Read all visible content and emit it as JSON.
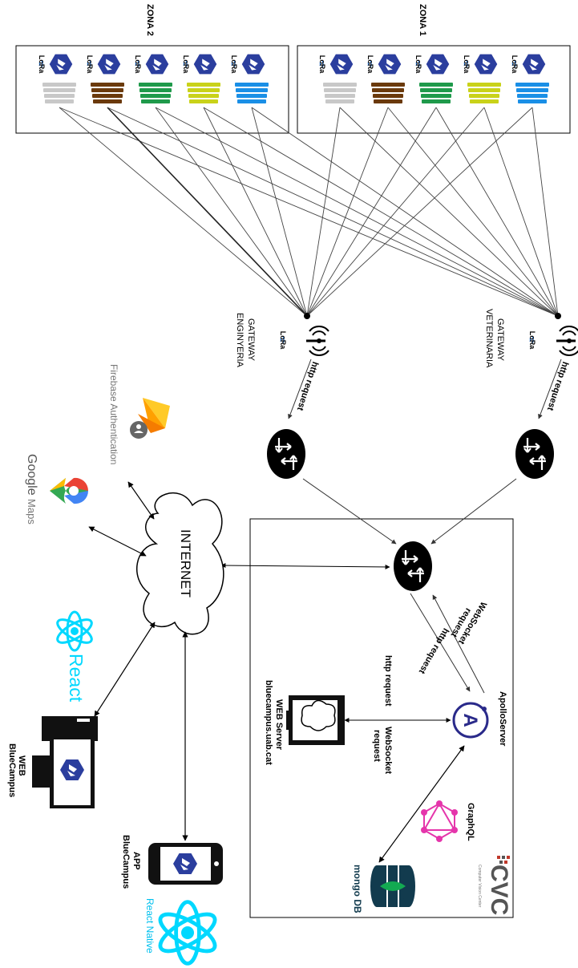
{
  "zones": [
    {
      "label": "ZONA 2",
      "sensor_colors": [
        "#c8c8c8",
        "#6b3a0c",
        "#1f9a4b",
        "#c9d21a",
        "#1a8fe6"
      ]
    },
    {
      "label": "ZONA 1",
      "sensor_colors": [
        "#c8c8c8",
        "#6b3a0c",
        "#1f9a4b",
        "#c9d21a",
        "#1a8fe6"
      ]
    }
  ],
  "lora_text": "LoRa",
  "gateways": [
    {
      "name_line1": "GATEWAY",
      "name_line2": "ENGINYERIA",
      "request": "http request"
    },
    {
      "name_line1": "GATEWAY",
      "name_line2": "VETERINARIA",
      "request": "http request"
    }
  ],
  "internet": "INTERNET",
  "firebase": "Firebase Authentication",
  "google_maps": {
    "google": "Google",
    "maps": "Maps"
  },
  "react": "React",
  "react_native": "React Native",
  "web_client": {
    "line1": "WEB",
    "line2": "BlueCampus"
  },
  "app_client": {
    "line1": "APP",
    "line2": "BlueCampus"
  },
  "server_box": {
    "router_to_apollo": "http request",
    "apollo_to_router_line1": "WebSocket",
    "apollo_to_router_line2": "request",
    "apollo": "ApolloServer",
    "web_to_apollo": "http request",
    "apollo_to_web_line1": "WebSocket",
    "apollo_to_web_line2": "request",
    "web_server_line1": "WEB Server",
    "web_server_line2": "bluecampus.uab.cat",
    "graphql": "GraphQL",
    "mongodb": "mongo DB",
    "cvc": "CVC",
    "cvc_sub": "Computer Vision Center"
  },
  "colors": {
    "bluecampus": "#2b3e9e",
    "lora": "#1c6fd4",
    "graphql": "#e535ab",
    "mongo_leaf": "#13aa52",
    "mongo_dark": "#123b4e",
    "react": "#00d8ff",
    "cvc_red": "#c0392b"
  }
}
